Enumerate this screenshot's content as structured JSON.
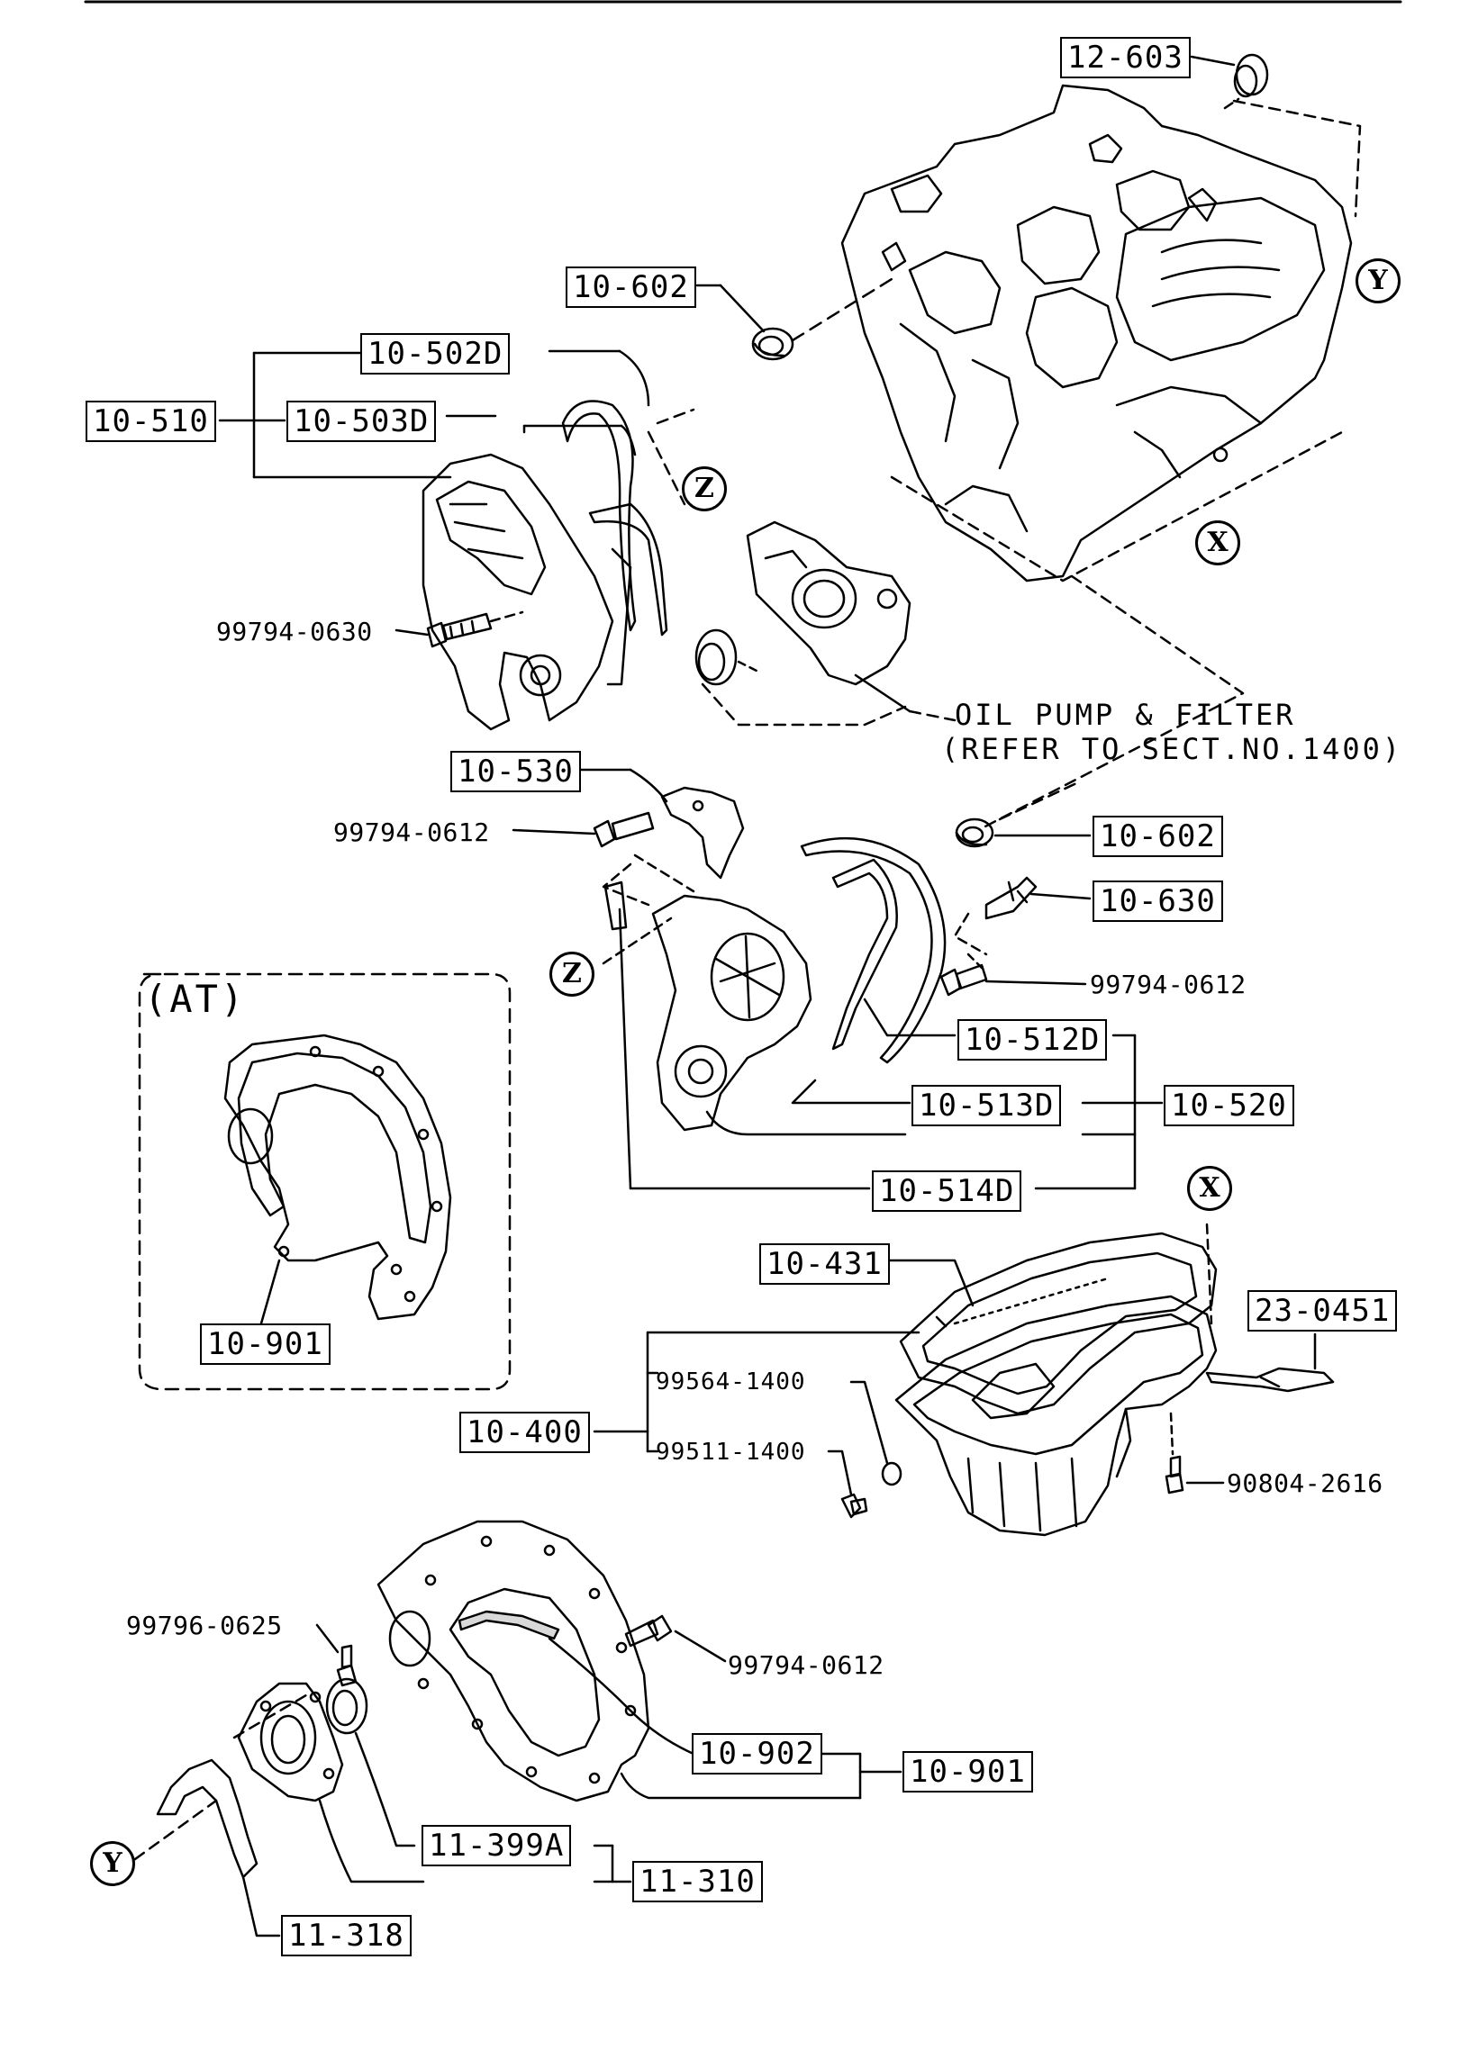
{
  "parts": {
    "p12_603": "12-603",
    "p10_602_top": "10-602",
    "p10_502d": "10-502D",
    "p10_510": "10-510",
    "p10_503d": "10-503D",
    "p99794_0630": "99794-0630",
    "p10_530": "10-530",
    "p99794_0612_a": "99794-0612",
    "p10_602_mid": "10-602",
    "p10_630": "10-630",
    "p99794_0612_b": "99794-0612",
    "p10_512d": "10-512D",
    "p10_513d": "10-513D",
    "p10_520": "10-520",
    "p10_514d": "10-514D",
    "p10_901_at": "10-901",
    "p10_431": "10-431",
    "p23_0451": "23-0451",
    "p99564_1400": "99564-1400",
    "p10_400": "10-400",
    "p99511_1400": "99511-1400",
    "p90804_2616": "90804-2616",
    "p99796_0625": "99796-0625",
    "p99794_0612_c": "99794-0612",
    "p10_902": "10-902",
    "p10_901": "10-901",
    "p11_399a": "11-399A",
    "p11_310": "11-310",
    "p11_318": "11-318"
  },
  "notes": {
    "oil_pump_line1": "OIL PUMP & FILTER",
    "oil_pump_line2": "(REFER TO SECT.NO.1400)",
    "at_group": "(AT)"
  },
  "markers": {
    "x": "X",
    "y": "Y",
    "z": "Z"
  }
}
